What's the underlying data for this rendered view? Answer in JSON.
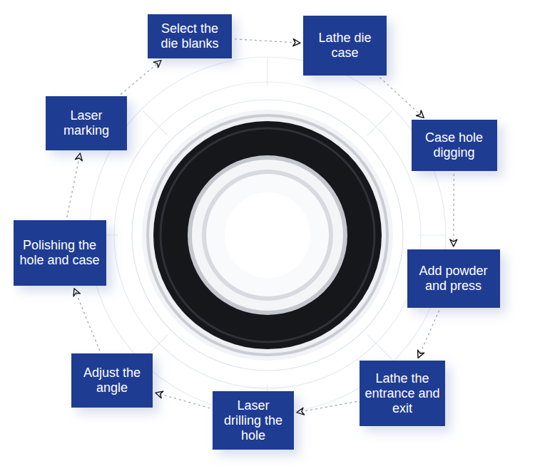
{
  "diagram": {
    "nodes": [
      {
        "text": [
          "Select the die blanks"
        ]
      },
      {
        "text": [
          "Lathe die case"
        ]
      },
      {
        "text": [
          "Case hole digging"
        ]
      },
      {
        "text": [
          "Add powder and press"
        ]
      },
      {
        "text": [
          "Lathe the entrance and exit"
        ]
      },
      {
        "text": [
          "Laser drilling the hole"
        ]
      },
      {
        "text": [
          "Adjust the angle"
        ]
      },
      {
        "text": [
          "Polishing the hole and case"
        ]
      },
      {
        "text": [
          "Laser marking"
        ]
      }
    ],
    "edges": [
      {
        "from": 0,
        "to": 1,
        "arrow": "to"
      },
      {
        "from": 1,
        "to": 2,
        "arrow": "to"
      },
      {
        "from": 2,
        "to": 3,
        "arrow": "to"
      },
      {
        "from": 3,
        "to": 4,
        "arrow": "to"
      },
      {
        "from": 4,
        "to": 5,
        "arrow": "to"
      },
      {
        "from": 5,
        "to": 6,
        "arrow": "to"
      },
      {
        "from": 6,
        "to": 7,
        "arrow": "to"
      },
      {
        "from": 7,
        "to": 8,
        "arrow": "to"
      },
      {
        "from": 8,
        "to": 0,
        "arrow": "to"
      }
    ]
  }
}
